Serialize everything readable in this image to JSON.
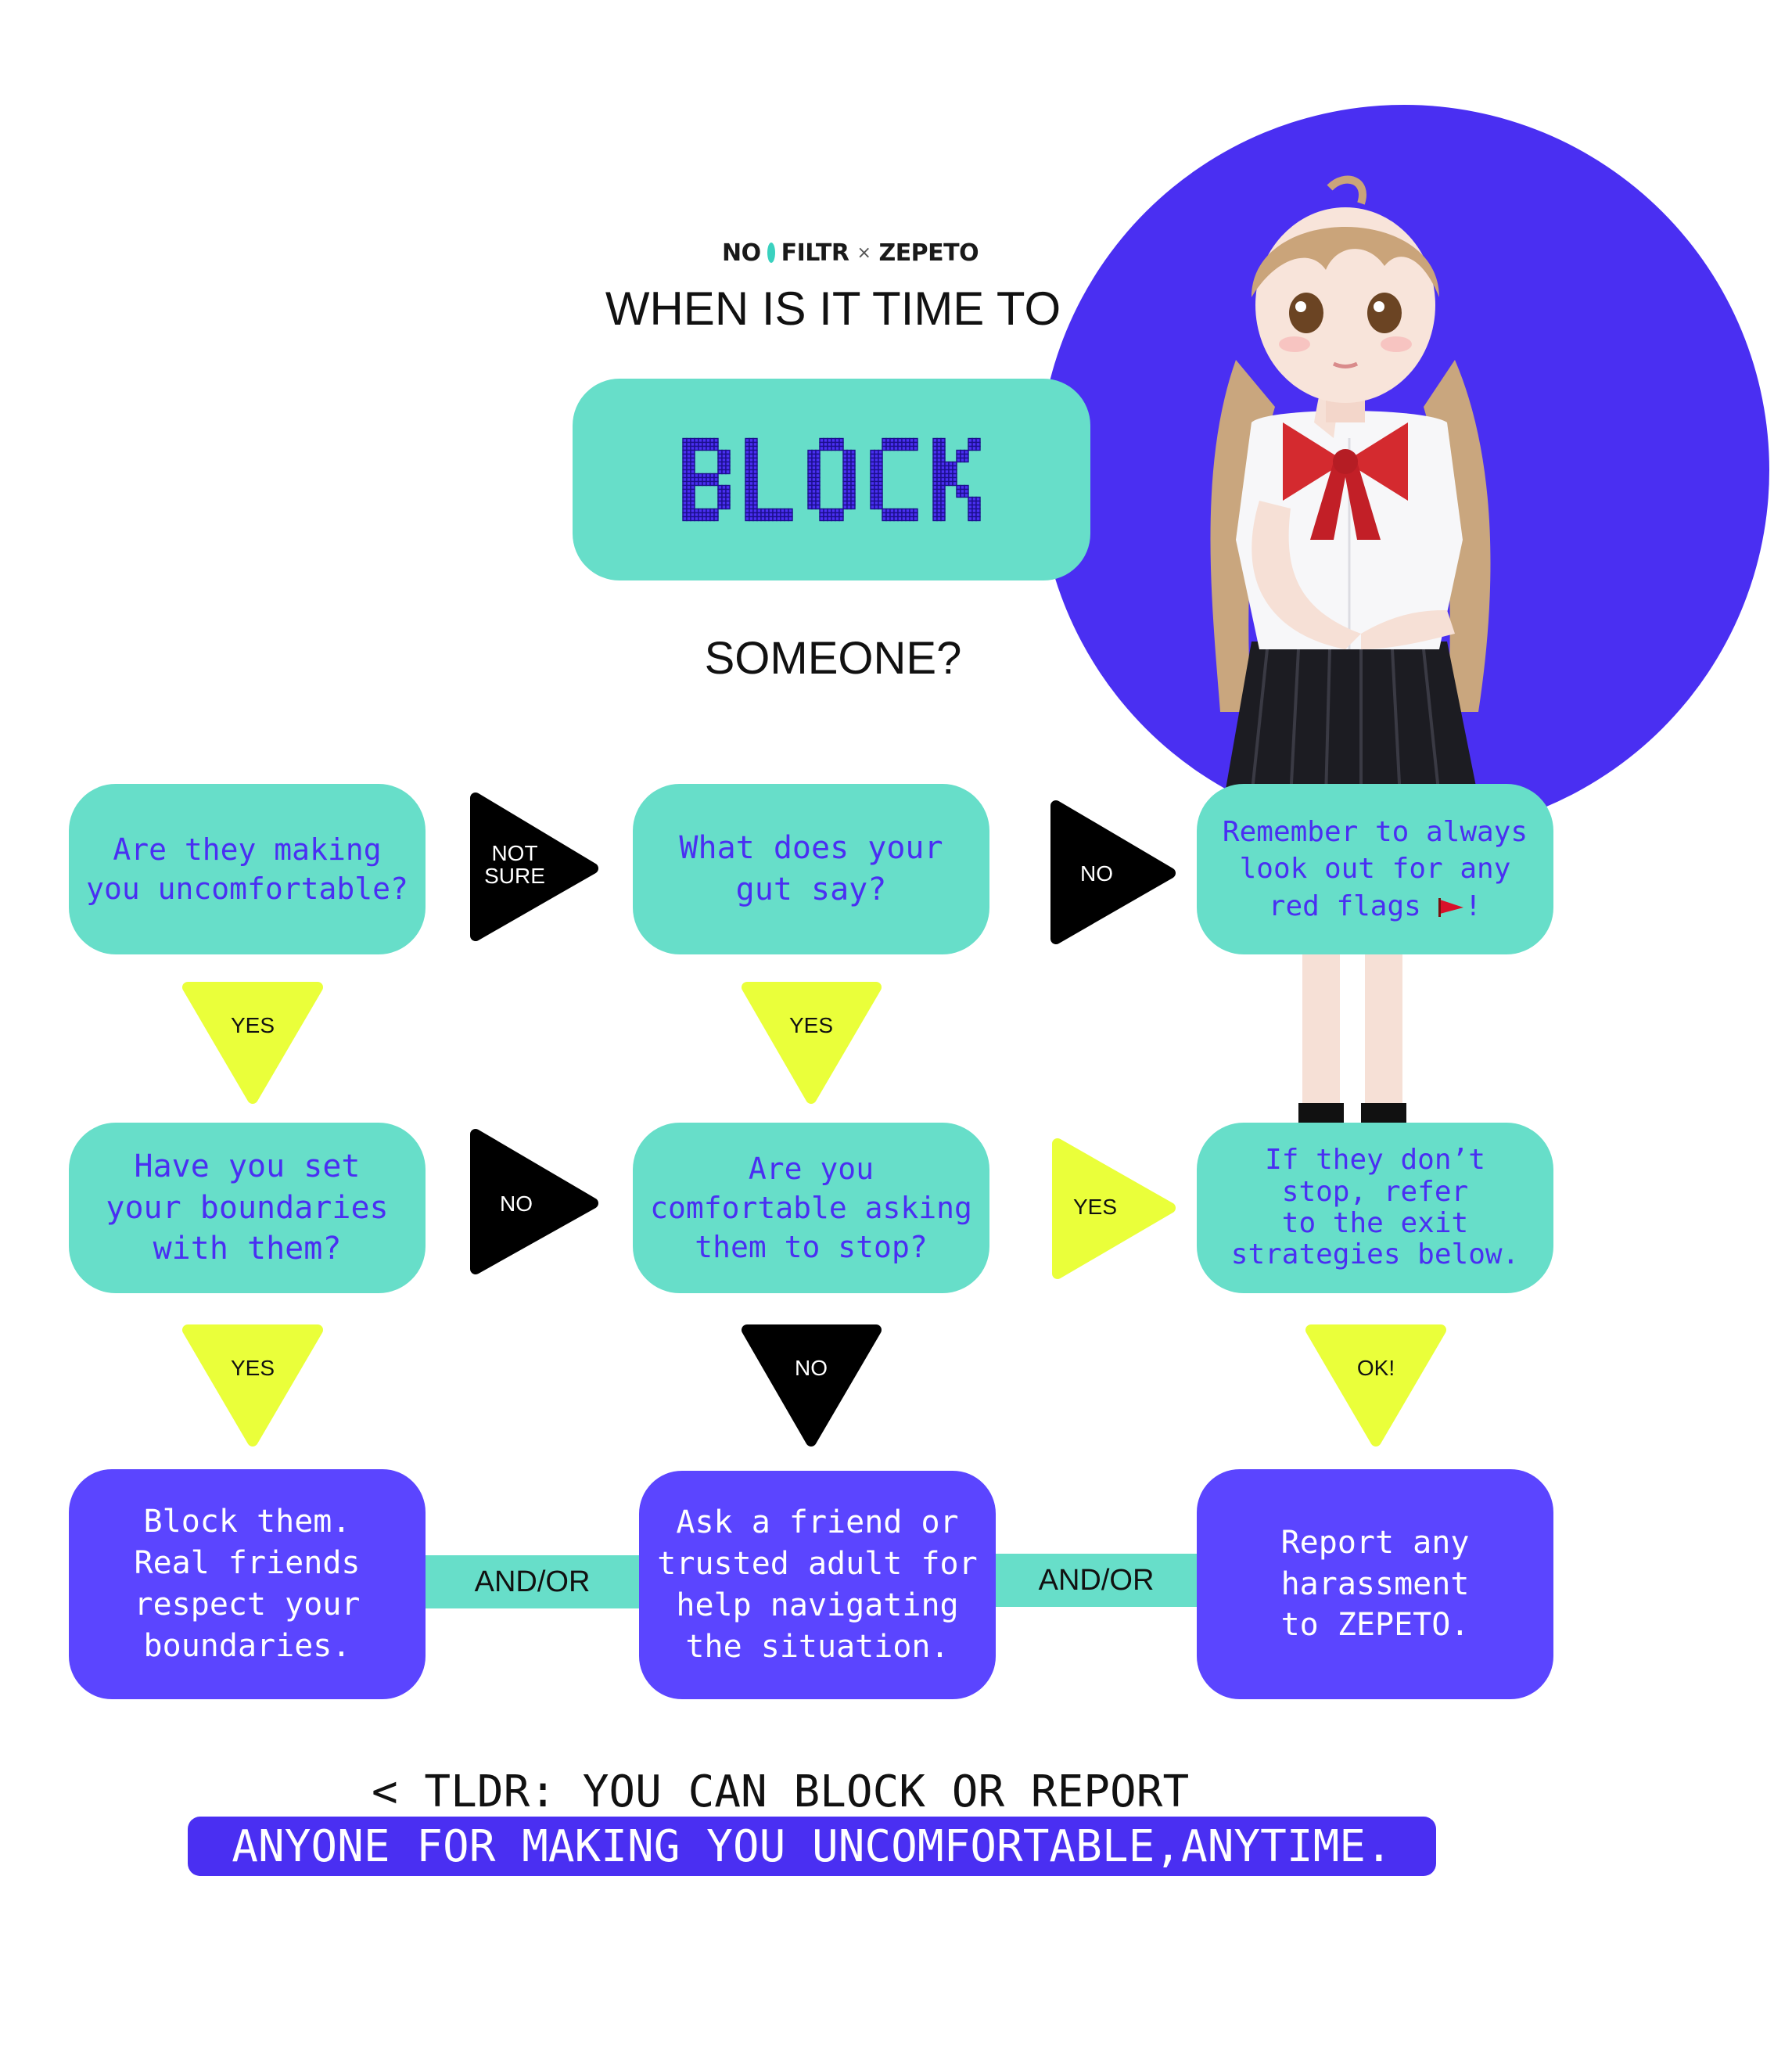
{
  "brand": {
    "left": "NOFILTR",
    "separator": "×",
    "right": "ZEPETO"
  },
  "heading": {
    "top": "WHEN IS IT TIME TO",
    "word": "BLOCK",
    "bottom": "SOMEONE?"
  },
  "boxes": {
    "q1": "Are they making\nyou uncomfortable?",
    "q2": "What does your\ngut say?",
    "r1": "Remember to always\nlook out for any\nred flags ",
    "q3": "Have you set\nyour boundaries\nwith them?",
    "q4": "Are you\ncomfortable asking\nthem to stop?",
    "r2": "If they don’t\nstop, refer\nto the exit\nstrategies below.",
    "a1": "Block them.\nReal friends\nrespect your\nboundaries.",
    "a2": "Ask a friend or\ntrusted adult for\nhelp navigating\nthe situation.",
    "a3": "Report any\nharassment\nto ZEPETO."
  },
  "red_flag_suffix": "!",
  "arrows": {
    "a_not_sure": "NOT\nSURE",
    "a_no_1": "NO",
    "a_yes_1": "YES",
    "a_yes_2": "YES",
    "a_no_2": "NO",
    "a_yes_3": "YES",
    "a_yes_4": "YES",
    "a_no_3": "NO",
    "a_ok": "OK!"
  },
  "connectors": {
    "left": "AND/OR",
    "right": "AND/OR"
  },
  "tldr": {
    "line1": "< TLDR: YOU CAN BLOCK OR REPORT",
    "line2": "ANYONE FOR MAKING YOU UNCOMFORTABLE,ANYTIME."
  },
  "colors": {
    "teal": "#67dec9",
    "purple": "#5b45ff",
    "indigo": "#4a2ff2",
    "lime": "#eaff3a",
    "black": "#000000"
  },
  "icons": [
    "red-flag-icon",
    "character-illustration"
  ]
}
